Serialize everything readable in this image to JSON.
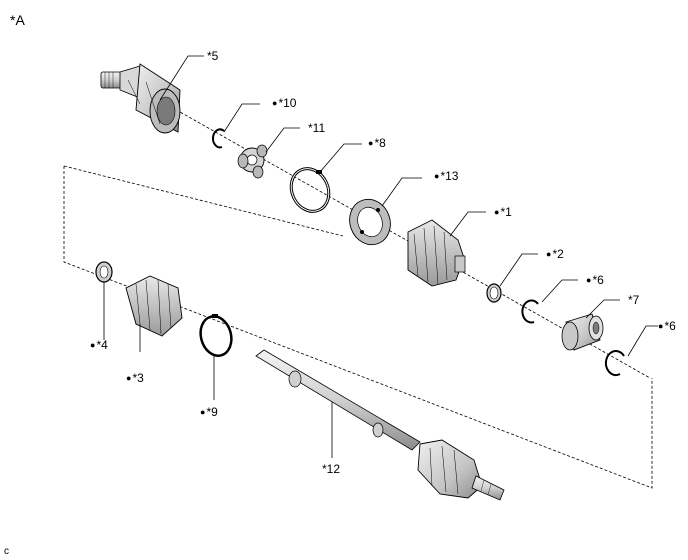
{
  "figure": {
    "view_label": "*A",
    "footer_code": "c",
    "bullet": "●",
    "parts": [
      {
        "id": "p1",
        "label": "*1",
        "marked": true
      },
      {
        "id": "p2",
        "label": "*2",
        "marked": true
      },
      {
        "id": "p3",
        "label": "*3",
        "marked": true
      },
      {
        "id": "p4",
        "label": "*4",
        "marked": true
      },
      {
        "id": "p5",
        "label": "*5",
        "marked": false
      },
      {
        "id": "p6a",
        "label": "*6",
        "marked": true
      },
      {
        "id": "p6b",
        "label": "*6",
        "marked": true
      },
      {
        "id": "p7",
        "label": "*7",
        "marked": false
      },
      {
        "id": "p8",
        "label": "*8",
        "marked": true
      },
      {
        "id": "p9",
        "label": "*9",
        "marked": true
      },
      {
        "id": "p10",
        "label": "*10",
        "marked": true
      },
      {
        "id": "p11",
        "label": "*11",
        "marked": false
      },
      {
        "id": "p12",
        "label": "*12",
        "marked": false
      },
      {
        "id": "p13",
        "label": "*13",
        "marked": true
      }
    ],
    "colors": {
      "line": "#000000",
      "fill_light": "#f2f2f2",
      "fill_mid": "#d6d6d6",
      "fill_dark": "#a8a8a8"
    }
  }
}
